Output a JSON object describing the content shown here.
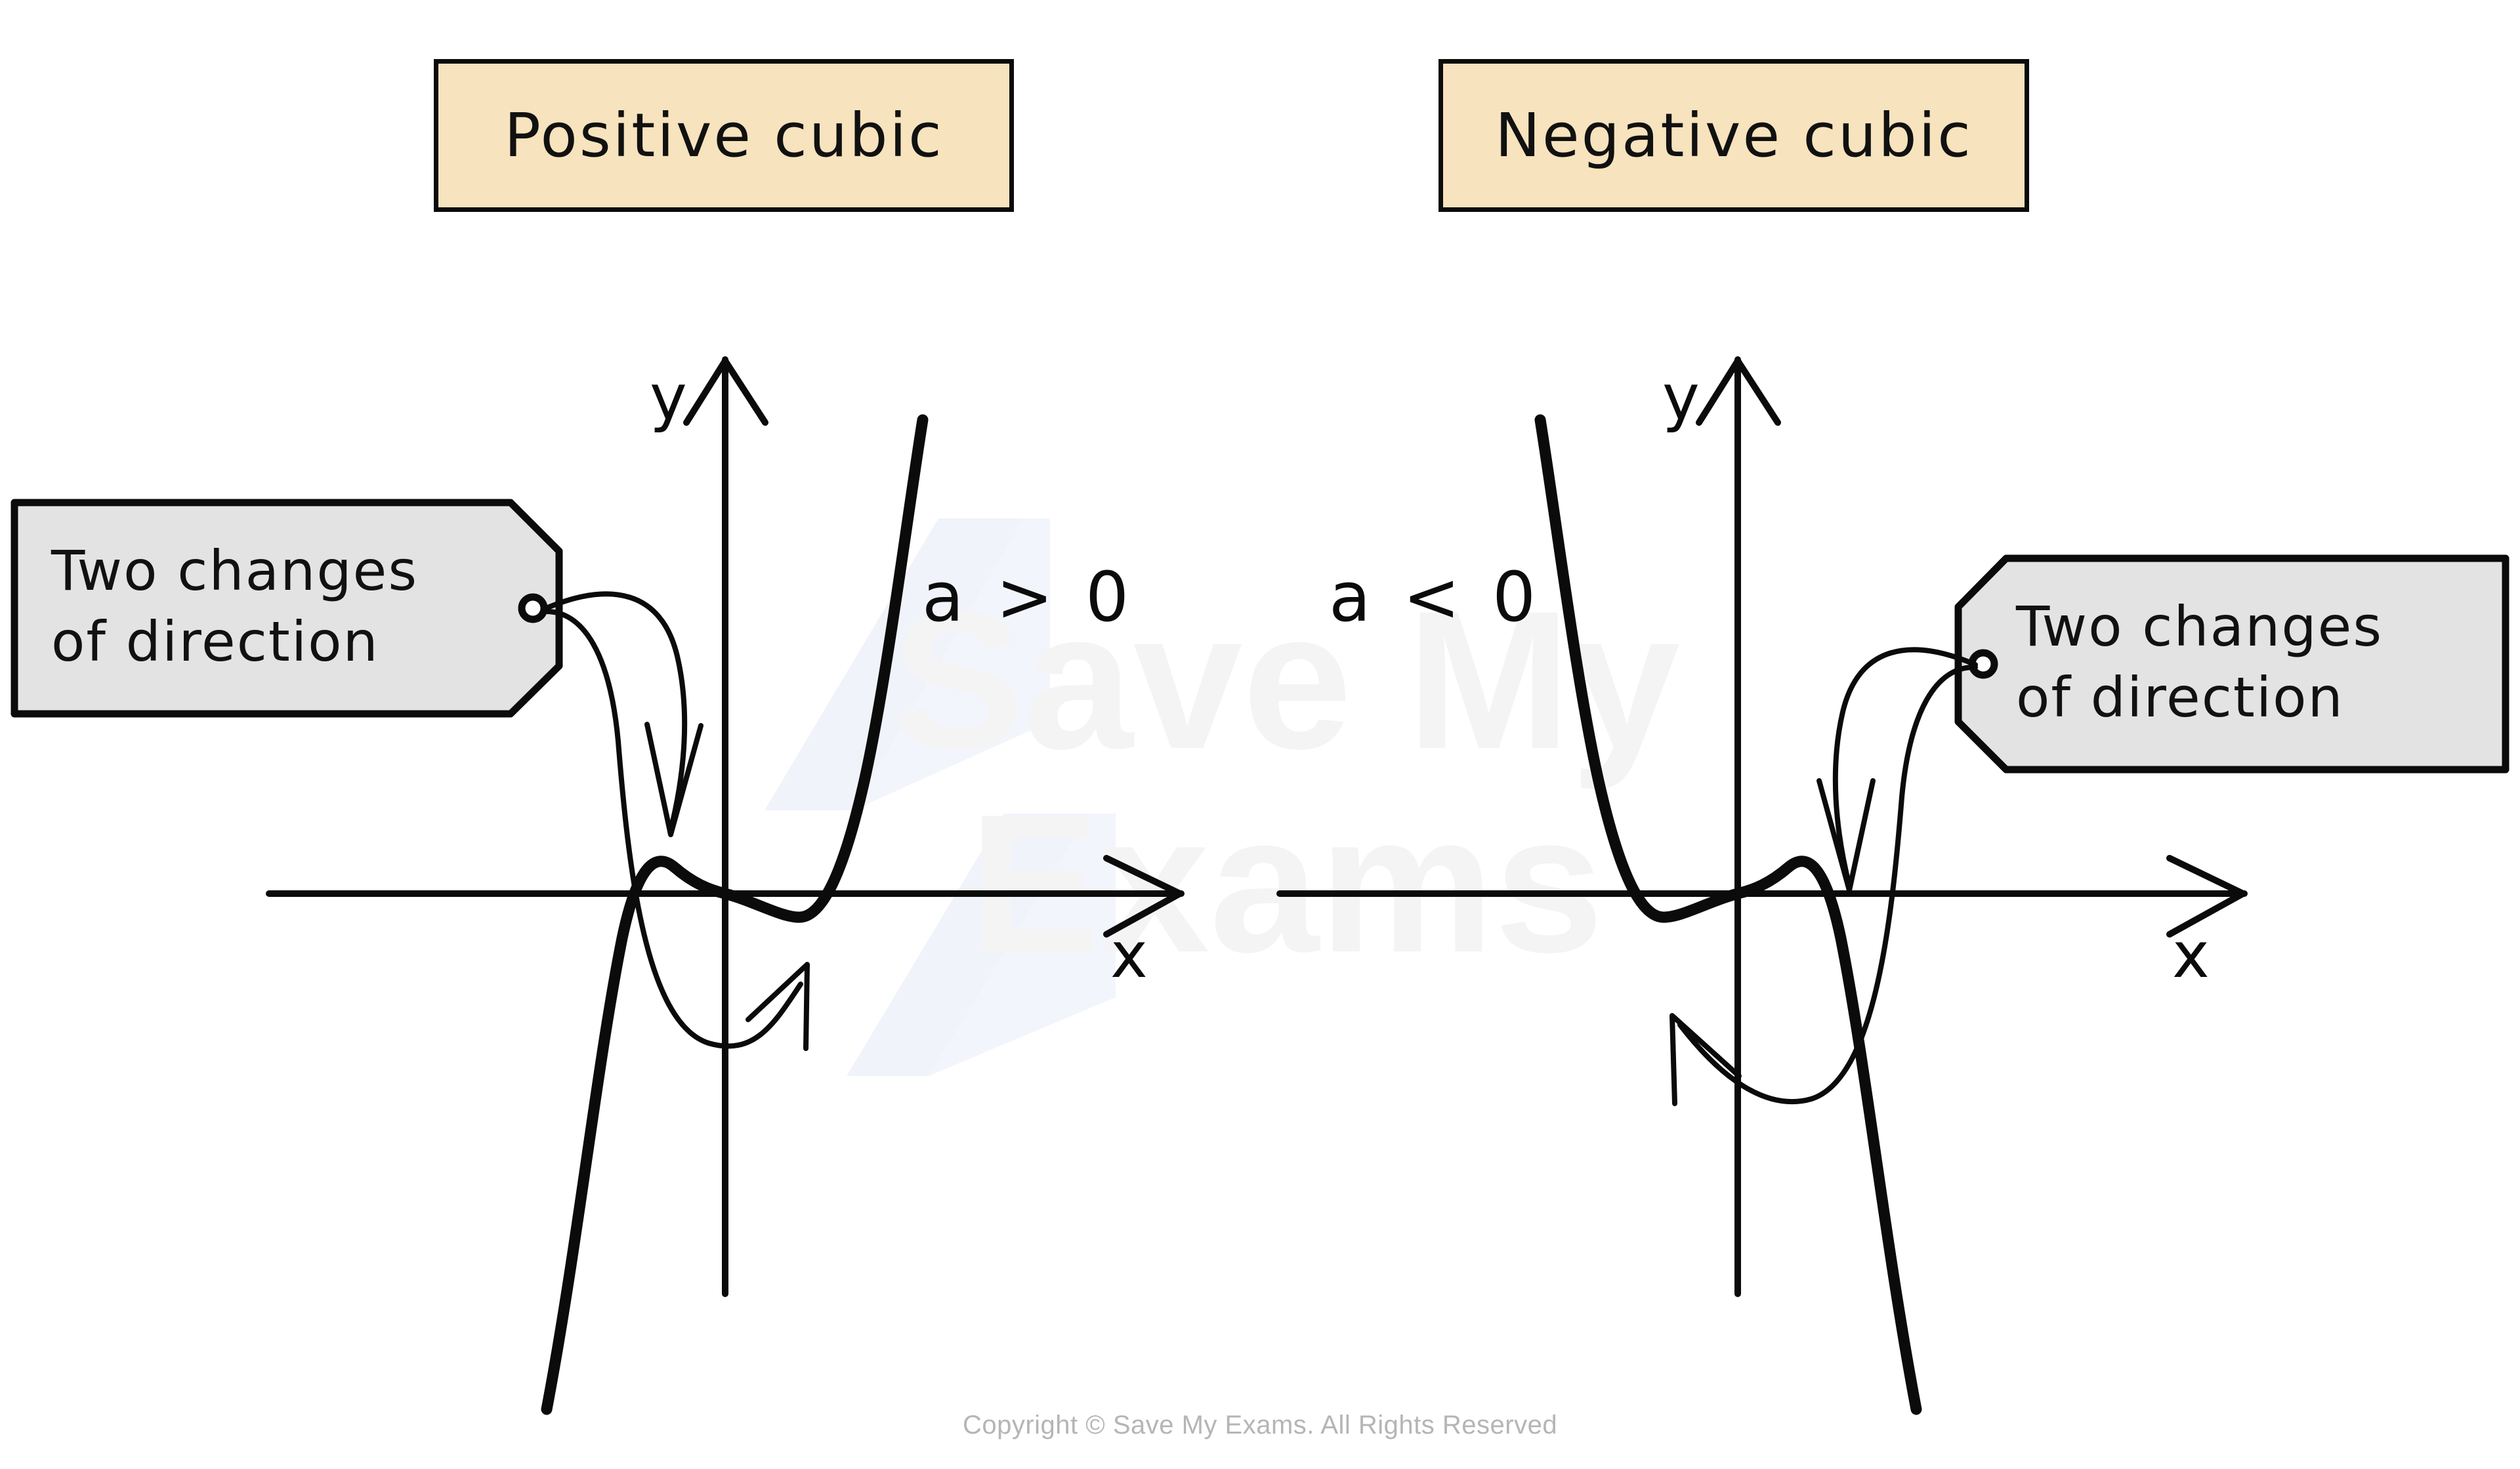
{
  "titles": {
    "positive": "Positive cubic",
    "negative": "Negative cubic"
  },
  "callouts": {
    "left": {
      "line1": "Two changes",
      "line2": "of direction"
    },
    "right": {
      "line1": "Two changes",
      "line2": "of direction"
    }
  },
  "left_graph": {
    "y_axis_label": "y",
    "x_axis_label": "x",
    "coefficient_label": "a > 0"
  },
  "right_graph": {
    "y_axis_label": "y",
    "x_axis_label": "x",
    "coefficient_label": "a < 0"
  },
  "watermark": {
    "line1": "Save My",
    "line2": "Exams"
  },
  "footer": "Copyright © Save My Exams. All Rights Reserved",
  "colors": {
    "title_fill": "#f7e3bd",
    "tag_fill": "#e3e3e3",
    "ink": "#0b0b0b",
    "watermark_text": "#f4f4f4",
    "watermark_bolt": "#f1f3fb",
    "footer_text": "#b5b5b5",
    "background": "#ffffff"
  },
  "chart_data": [
    {
      "type": "line",
      "title": "Positive cubic",
      "annotation": "a > 0",
      "xlabel": "x",
      "ylabel": "y",
      "grid": false,
      "legend": "none",
      "description": "Positive cubic curve: rises from bottom-left, local maximum left of the y-axis, local minimum right of the y-axis, then rises steeply. Two changes of direction.",
      "turning_points": [
        {
          "kind": "local maximum",
          "x": -0.35,
          "y": 0.12
        },
        {
          "kind": "local minimum",
          "x": 0.55,
          "y": -0.12
        }
      ],
      "x": [
        -1.5,
        -1.2,
        -0.9,
        -0.7,
        -0.55,
        -0.35,
        -0.15,
        0,
        0.2,
        0.4,
        0.55,
        0.75,
        0.95,
        1.15,
        1.3
      ],
      "y": [
        -2.6,
        -1.25,
        -0.38,
        -0.02,
        0.08,
        0.12,
        0.06,
        0,
        -0.07,
        -0.12,
        -0.12,
        -0.02,
        0.35,
        1.3,
        2.4
      ]
    },
    {
      "type": "line",
      "title": "Negative cubic",
      "annotation": "a < 0",
      "xlabel": "x",
      "ylabel": "y",
      "grid": false,
      "legend": "none",
      "description": "Negative cubic curve: falls from top-left, local minimum left of the y-axis, local maximum right of the y-axis, then falls steeply. Two changes of direction.",
      "turning_points": [
        {
          "kind": "local minimum",
          "x": -0.55,
          "y": -0.12
        },
        {
          "kind": "local maximum",
          "x": 0.35,
          "y": 0.12
        }
      ],
      "x": [
        -1.3,
        -1.15,
        -0.95,
        -0.75,
        -0.55,
        -0.4,
        -0.2,
        0,
        0.15,
        0.35,
        0.55,
        0.7,
        0.9,
        1.2,
        1.5
      ],
      "y": [
        2.4,
        1.3,
        0.35,
        -0.02,
        -0.12,
        -0.12,
        -0.07,
        0,
        0.06,
        0.12,
        0.08,
        -0.02,
        -0.38,
        -1.25,
        -2.6
      ]
    }
  ]
}
